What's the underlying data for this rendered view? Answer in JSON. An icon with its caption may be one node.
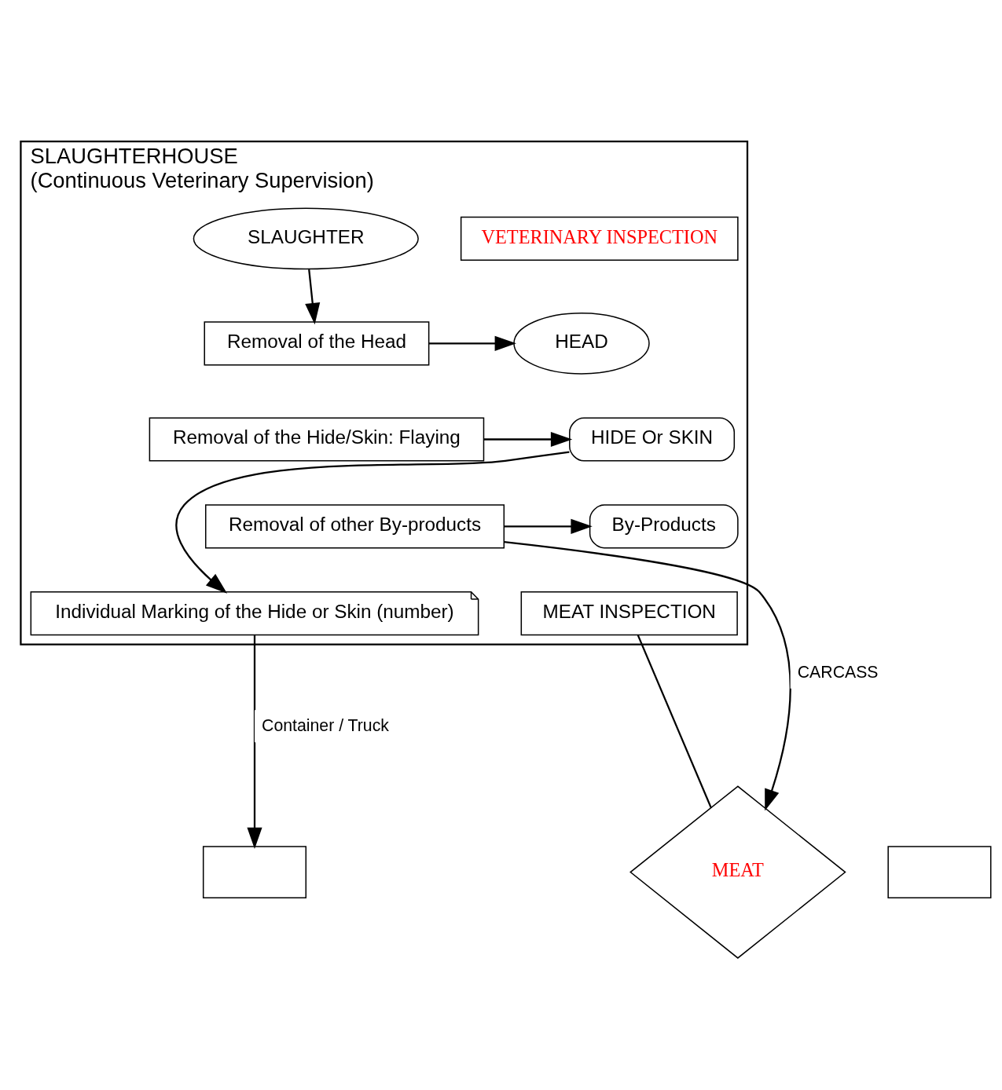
{
  "diagram": {
    "nodes": [
      {
        "text": [
          "SLAUGHTERHOUSE",
          "(Continuous Veterinary Supervision)"
        ]
      },
      {
        "text": [
          "VETERINARY INSPECTION"
        ],
        "in": 0
      },
      {
        "text": [
          "SLAUGHTER"
        ],
        "in": 0
      },
      {
        "text": [
          "Removal of the Head"
        ],
        "in": 0
      },
      {
        "text": [
          "HEAD"
        ],
        "in": 0
      },
      {
        "text": [
          "Removal of the Hide/Skin: Flaying"
        ],
        "in": 0
      },
      {
        "text": [
          "HIDE Or SKIN"
        ],
        "in": 0
      },
      {
        "text": [
          "Removal of other By-products"
        ],
        "in": 0
      },
      {
        "text": [
          "By-Products"
        ],
        "in": 0
      },
      {
        "text": [
          "MEAT INSPECTION"
        ],
        "in": 0
      },
      {
        "text": [
          "MEAT"
        ]
      },
      {
        "text": [
          "Individual Marking of the Hide or Skin (number)"
        ],
        "in": 0
      },
      {
        "text": [],
        "shape": "box"
      },
      {
        "text": [],
        "shape": "box"
      }
    ],
    "edges": [
      {
        "from": 2,
        "to": 3,
        "arrow": "to"
      },
      {
        "from": 3,
        "to": 4,
        "arrow": "to"
      },
      {
        "from": 5,
        "to": 6,
        "arrow": "to"
      },
      {
        "from": 7,
        "to": 8,
        "arrow": "to"
      },
      {
        "from": 7,
        "to": 10,
        "arrow": "to",
        "label": "CARCASS"
      },
      {
        "from": 9,
        "to": 10,
        "arrow": "none"
      },
      {
        "from": 6,
        "to": 11,
        "arrow": "to"
      },
      {
        "from": 11,
        "to": 12,
        "arrow": "to",
        "label": "Container / Truck"
      }
    ]
  }
}
